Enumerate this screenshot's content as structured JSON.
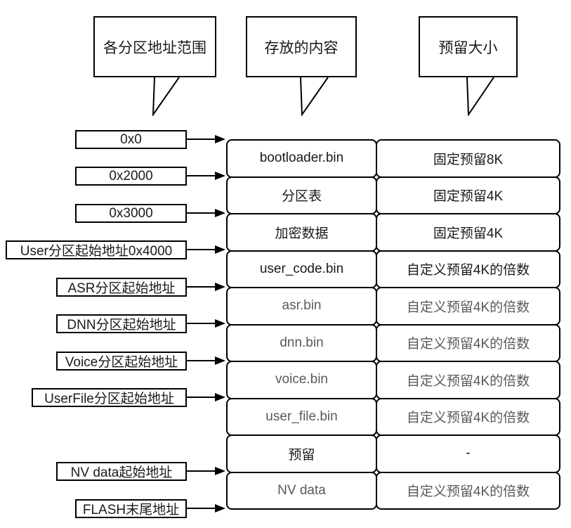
{
  "callouts": [
    {
      "label": "各分区地址范围"
    },
    {
      "label": "存放的内容"
    },
    {
      "label": "预留大小"
    }
  ],
  "address_labels": [
    {
      "text": "0x0"
    },
    {
      "text": "0x2000"
    },
    {
      "text": "0x3000"
    },
    {
      "text": "User分区起始地址0x4000"
    },
    {
      "text": "ASR分区起始地址"
    },
    {
      "text": "DNN分区起始地址"
    },
    {
      "text": "Voice分区起始地址"
    },
    {
      "text": "UserFile分区起始地址"
    },
    {
      "text": "NV data起始地址"
    },
    {
      "text": "FLASH末尾地址"
    }
  ],
  "table": {
    "rows": [
      {
        "content": "bootloader.bin",
        "size": "固定预留8K"
      },
      {
        "content": "分区表",
        "size": "固定预留4K"
      },
      {
        "content": "加密数据",
        "size": "固定预留4K"
      },
      {
        "content": "user_code.bin",
        "size": "自定义预留4K的倍数"
      },
      {
        "content": "asr.bin",
        "size": "自定义预留4K的倍数"
      },
      {
        "content": "dnn.bin",
        "size": "自定义预留4K的倍数"
      },
      {
        "content": "voice.bin",
        "size": "自定义预留4K的倍数"
      },
      {
        "content": "user_file.bin",
        "size": "自定义预留4K的倍数"
      },
      {
        "content": "预留",
        "size": "-"
      },
      {
        "content": "NV data",
        "size": "自定义预留4K的倍数"
      }
    ]
  },
  "colors": {
    "line": "#000000",
    "text": "#1a1a1a",
    "muted_text": "#595959",
    "background": "#ffffff"
  }
}
